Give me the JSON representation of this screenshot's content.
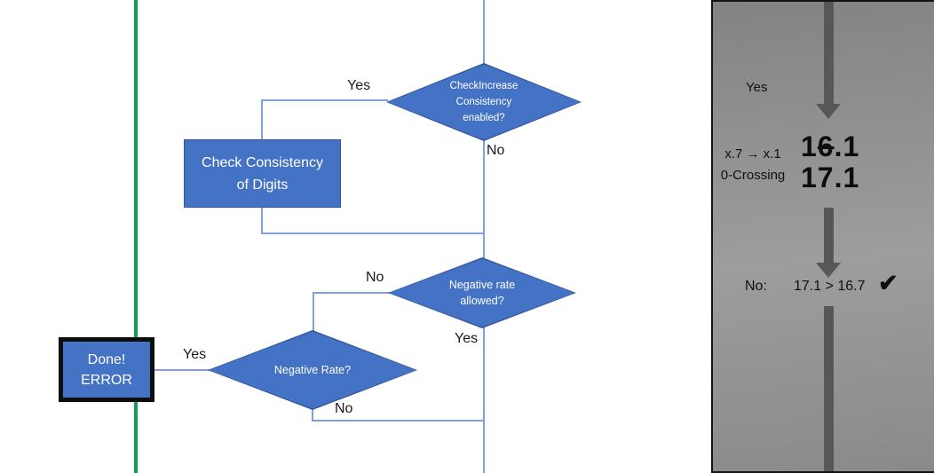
{
  "colors": {
    "accent_blue": "#4472C4",
    "shape_border_blue": "#31549b",
    "connector_blue": "#82a0d8",
    "green_line": "#0ba154",
    "arrow_gray": "#575757",
    "done_border_black": "#0d0d0d"
  },
  "flowchart": {
    "diamond_check_increase": {
      "lines": [
        "CheckIncrease",
        "Consistency",
        "enabled?"
      ]
    },
    "diamond_negative_rate_allowed": {
      "lines": [
        "Negative rate",
        "allowed?"
      ]
    },
    "diamond_negative_rate": {
      "lines": [
        "Negative Rate?"
      ]
    },
    "box_check_consistency": {
      "lines": [
        "Check Consistency",
        "of Digits"
      ]
    },
    "box_done_error": {
      "lines": [
        "Done!",
        "ERROR"
      ]
    },
    "labels": {
      "top_yes": "Yes",
      "top_no": "No",
      "mid_no": "No",
      "mid_yes": "Yes",
      "bottom_yes": "Yes",
      "bottom_no": "No"
    }
  },
  "side_panel": {
    "yes_label": "Yes",
    "note_line1": "x.7 → x.1",
    "note_line2": "0-Crossing",
    "old_value_prefix": "1",
    "old_value_struck": "6",
    "old_value_suffix": ".1",
    "new_value": "17.1",
    "result_label": "No:",
    "comparison": "17.1 > 16.7",
    "check_icon": "✔"
  }
}
